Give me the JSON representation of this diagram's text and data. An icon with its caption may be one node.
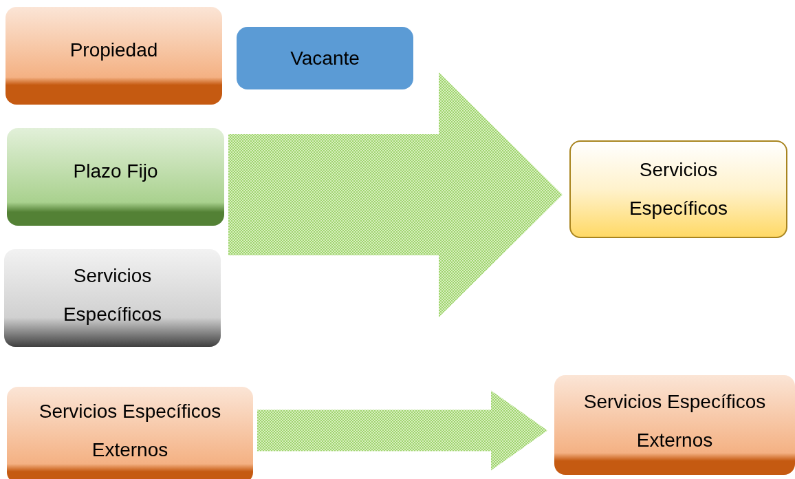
{
  "diagram": {
    "nodes": [
      {
        "text": [
          "Propiedad"
        ]
      },
      {
        "text": [
          "Vacante"
        ]
      },
      {
        "text": [
          "Plazo Fijo"
        ]
      },
      {
        "text": [
          "Servicios Específicos"
        ]
      },
      {
        "text": [
          "Servicios Específicos"
        ]
      },
      {
        "text": [
          "Servicios Específicos Externos"
        ]
      },
      {
        "text": [
          "Servicios Específicos Externos"
        ]
      }
    ],
    "edges": [
      {
        "from": 2,
        "to": 4,
        "arrow": "to",
        "style": "thick"
      },
      {
        "from": 5,
        "to": 6,
        "arrow": "to",
        "style": "thick"
      }
    ]
  }
}
